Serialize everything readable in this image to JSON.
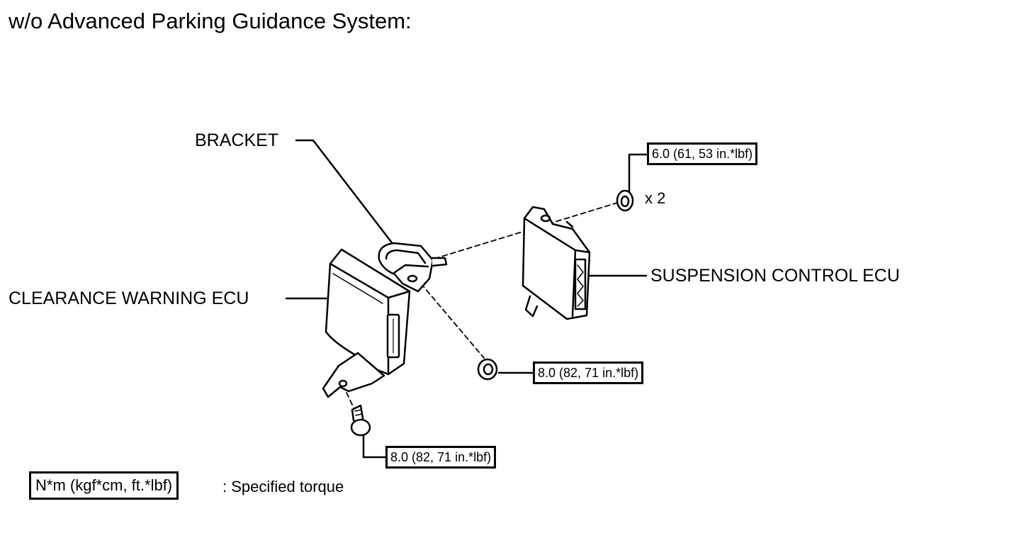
{
  "heading": "w/o Advanced Parking Guidance System:",
  "labels": {
    "bracket": "BRACKET",
    "clearance_warning_ecu": "CLEARANCE WARNING ECU",
    "suspension_control_ecu": "SUSPENSION CONTROL ECU"
  },
  "torques": {
    "suspension_nut": "6.0 (61, 53 in.*lbf)",
    "bracket_nut": "8.0 (82, 71 in.*lbf)",
    "bolt": "8.0 (82, 71 in.*lbf)"
  },
  "multiplier": "x 2",
  "legend": {
    "box": "N*m (kgf*cm, ft.*lbf)",
    "text": ": Specified torque"
  }
}
